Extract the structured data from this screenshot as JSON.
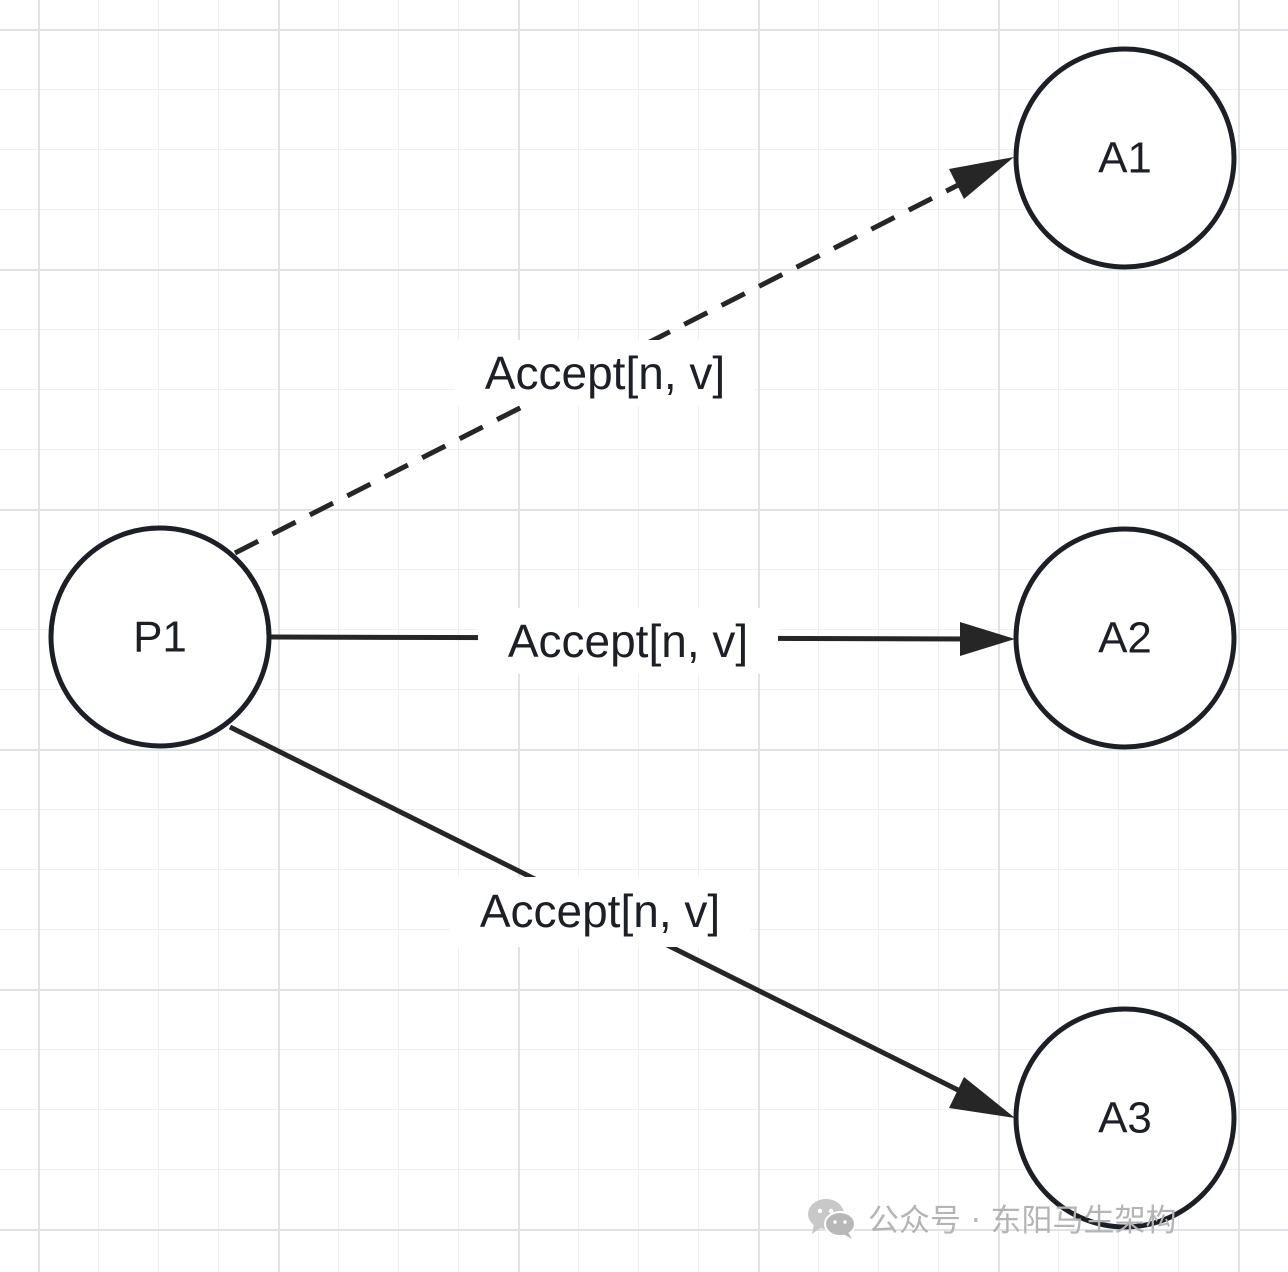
{
  "diagram": {
    "nodes": {
      "p1": {
        "label": "P1"
      },
      "a1": {
        "label": "A1"
      },
      "a2": {
        "label": "A2"
      },
      "a3": {
        "label": "A3"
      }
    },
    "edges": [
      {
        "from": "P1",
        "to": "A1",
        "label": "Accept[n, v]",
        "style": "dashed"
      },
      {
        "from": "P1",
        "to": "A2",
        "label": "Accept[n, v]",
        "style": "solid"
      },
      {
        "from": "P1",
        "to": "A3",
        "label": "Accept[n, v]",
        "style": "solid"
      }
    ]
  },
  "watermark": {
    "text": "公众号 · 东阳马生架构",
    "icon": "wechat-icon",
    "color": "#b4b4b4"
  },
  "colors": {
    "stroke": "#1c1f26",
    "grid_major": "#dfe3e8",
    "grid_minor": "#eef0f3",
    "background": "#ffffff"
  }
}
